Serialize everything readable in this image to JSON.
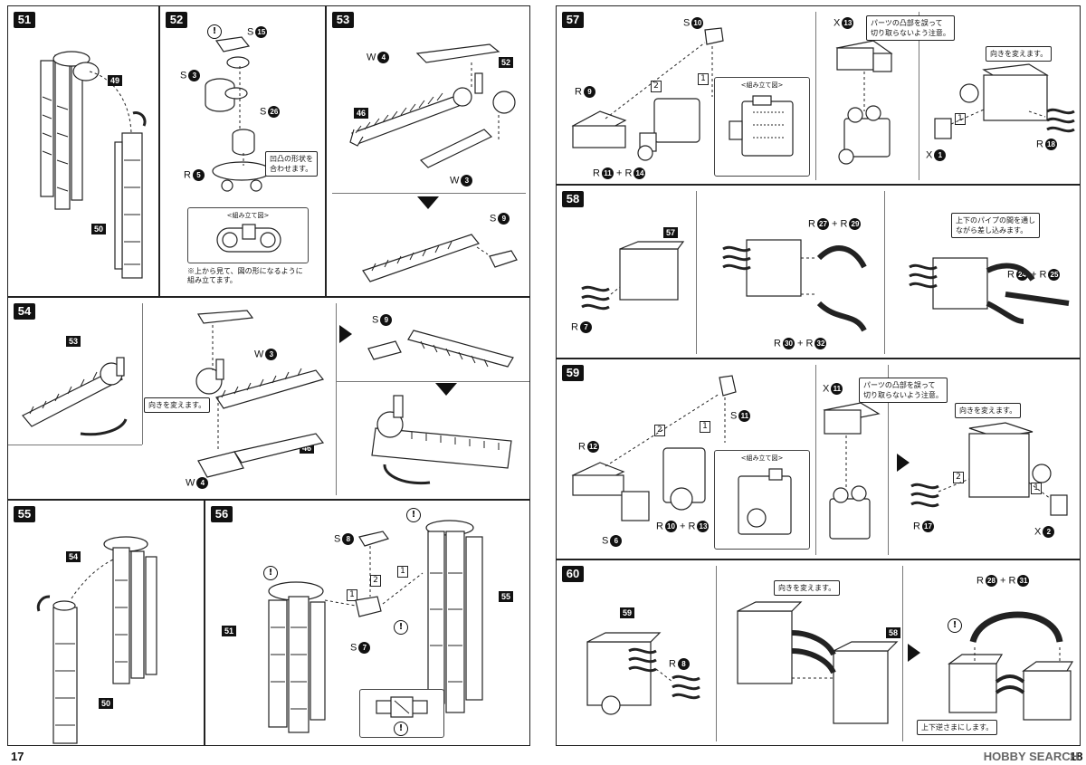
{
  "steps": {
    "s51": "51",
    "s52": "52",
    "s53": "53",
    "s54": "54",
    "s55": "55",
    "s56": "56",
    "s57": "57",
    "s58": "58",
    "s59": "59",
    "s60": "60"
  },
  "tags": {
    "t49": "49",
    "t50": "50",
    "t46": "46",
    "t52": "52",
    "t53": "53",
    "t54": "54",
    "t50b": "50",
    "t51": "51",
    "t55": "55",
    "t46b": "46",
    "t57": "57",
    "t58": "58",
    "t59": "59"
  },
  "labels": {
    "p52_s15": "S",
    "p52_s15n": "15",
    "p52_s3": "S",
    "p52_s3n": "3",
    "p52_s26": "S",
    "p52_s26n": "26",
    "p52_r5": "R",
    "p52_r5n": "5",
    "p53_w4": "W",
    "p53_w4n": "4",
    "p53_w3": "W",
    "p53_w3n": "3",
    "p53_s9": "S",
    "p53_s9n": "9",
    "p54_w3": "W",
    "p54_w3n": "3",
    "p54_w4": "W",
    "p54_w4n": "4",
    "p54_s9": "S",
    "p54_s9n": "9",
    "p56_s8": "S",
    "p56_s8n": "8",
    "p56_s7": "S",
    "p56_s7n": "7",
    "p57_s10": "S",
    "p57_s10n": "10",
    "p57_r9": "R",
    "p57_r9n": "9",
    "p57_r11": "R",
    "p57_r11n": "11",
    "p57_r14": "R",
    "p57_r14n": "14",
    "p57_x13": "X",
    "p57_x13n": "13",
    "p57_x1": "X",
    "p57_x1n": "1",
    "p57_r18": "R",
    "p57_r18n": "18",
    "p58_r7": "R",
    "p58_r7n": "7",
    "p58_r27": "R",
    "p58_r27n": "27",
    "p58_r29": "R",
    "p58_r29n": "29",
    "p58_r30": "R",
    "p58_r30n": "30",
    "p58_r32": "R",
    "p58_r32n": "32",
    "p58_r24": "R",
    "p58_r24n": "24",
    "p58_r25": "R",
    "p58_r25n": "25",
    "p59_s11": "S",
    "p59_s11n": "11",
    "p59_r12": "R",
    "p59_r12n": "12",
    "p59_s6": "S",
    "p59_s6n": "6",
    "p59_r10": "R",
    "p59_r10n": "10",
    "p59_r13": "R",
    "p59_r13n": "13",
    "p59_x11": "X",
    "p59_x11n": "11",
    "p59_r17": "R",
    "p59_r17n": "17",
    "p59_x2": "X",
    "p59_x2n": "2",
    "p60_r8": "R",
    "p60_r8n": "8",
    "p60_r28": "R",
    "p60_r28n": "28",
    "p60_r31": "R",
    "p60_r31n": "31",
    "plus": "+"
  },
  "notes": {
    "p52_shape": "凹凸の形状を\n合わせます。",
    "p52_inset_title": "<組み立て図>",
    "p52_foot": "※上から見て、図の形になるように\n組み立てます。",
    "p54_turn": "向きを変えます。",
    "p57_inset_title": "<組み立て図>",
    "p57_careful": "パーツの凸部を誤って\n切り取らないよう注意。",
    "p57_turn": "向きを変えます。",
    "p58_pipe": "上下のパイプの間を通し\nながら差し込みます。",
    "p59_careful": "パーツの凸部を誤って\n切り取らないよう注意。",
    "p59_turn": "向きを変えます。",
    "p59_inset_title": "<組み立て図>",
    "p60_turn": "向きを変えます。",
    "p60_flip": "上下逆さまにします。"
  },
  "seq": {
    "one": "1",
    "two": "2"
  },
  "warn": "!",
  "page_left": "17",
  "page_right": "18",
  "watermark": "HOBBY SEARCH"
}
